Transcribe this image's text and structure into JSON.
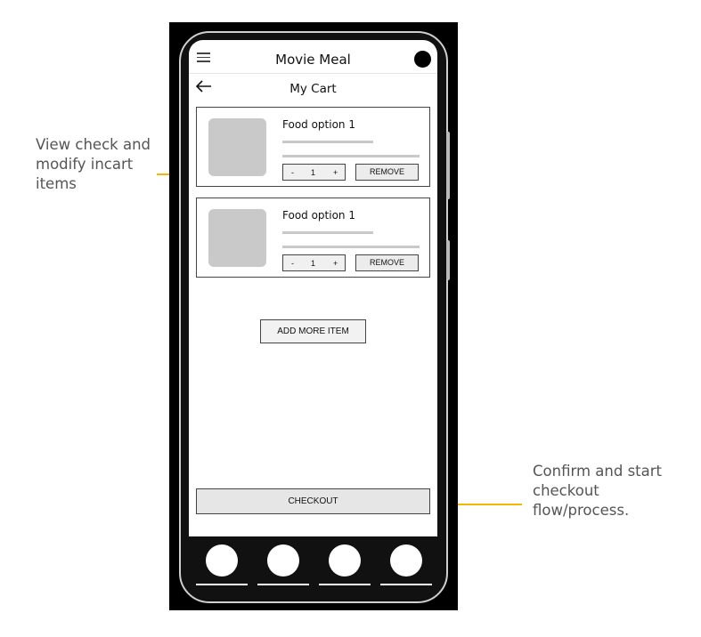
{
  "annotations": {
    "left": "View check and modify incart items",
    "right": "Confirm and start checkout flow/process.",
    "arrow_color": "#f2b705"
  },
  "app": {
    "title": "Movie Meal",
    "page_title": "My Cart"
  },
  "cart": {
    "items": [
      {
        "name": "Food option 1",
        "quantity": "1",
        "decrement": "-",
        "increment": "+",
        "remove_label": "REMOVE"
      },
      {
        "name": "Food option 1",
        "quantity": "1",
        "decrement": "-",
        "increment": "+",
        "remove_label": "REMOVE"
      }
    ],
    "add_more_label": "ADD MORE ITEM",
    "checkout_label": "CHECKOUT"
  },
  "icons": [
    "hamburger-menu-icon",
    "avatar",
    "back-arrow-icon"
  ]
}
